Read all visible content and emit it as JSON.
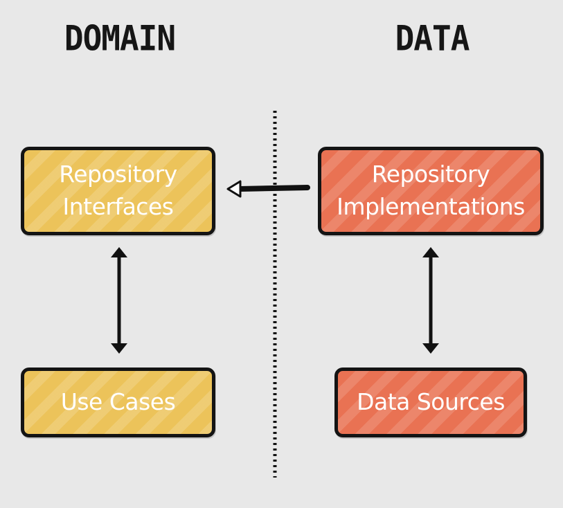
{
  "sections": {
    "domain_title": "DOMAIN",
    "data_title": "DATA"
  },
  "boxes": {
    "repository_interfaces": [
      "Repository",
      "Interfaces"
    ],
    "use_cases": "Use Cases",
    "repository_implementations": [
      "Repository",
      "Implementations"
    ],
    "data_sources": "Data Sources"
  },
  "colors": {
    "domain_fill": "#ecc35a",
    "data_fill": "#e97253",
    "outline": "#141414",
    "background": "#e8e8e8",
    "label_text": "#ffffff"
  }
}
